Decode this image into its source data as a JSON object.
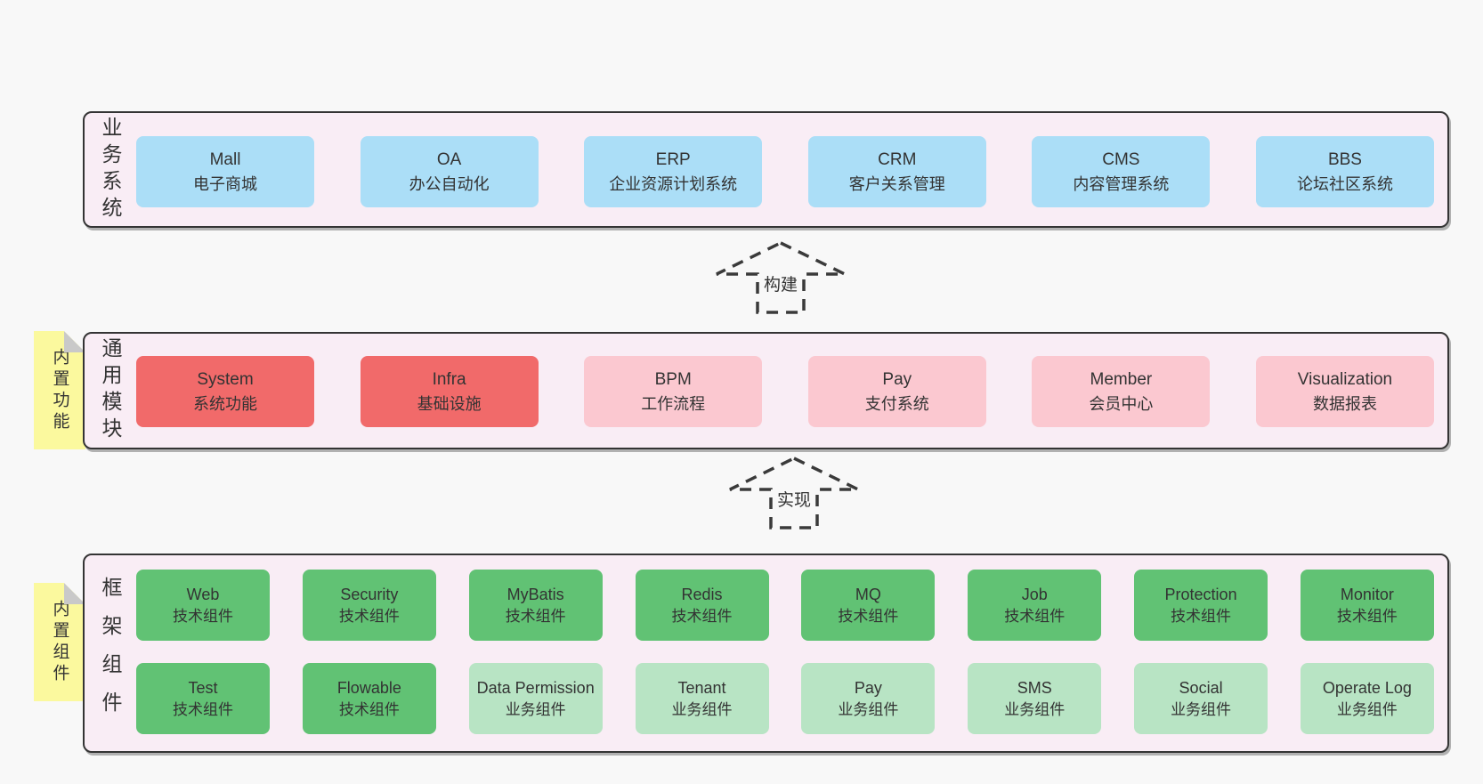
{
  "colors": {
    "page_bg": "#f8f8f8",
    "panel_bg": "#f9edf5",
    "panel_border": "#343434",
    "blue": "#abdef7",
    "red": "#f16a6a",
    "pink": "#fbc8d0",
    "green": "#61c274",
    "light_green": "#b8e4c4",
    "yellow": "#fbf99e",
    "fold": "#c9c9c9",
    "text": "#333333"
  },
  "tags": [
    {
      "label": "内置功能"
    },
    {
      "label": "内置组件"
    }
  ],
  "arrows": [
    {
      "label": "构建"
    },
    {
      "label": "实现"
    }
  ],
  "sections": [
    {
      "label": "业务系统",
      "rows": [
        [
          {
            "en": "Mall",
            "zh": "电子商城",
            "color": "blue"
          },
          {
            "en": "OA",
            "zh": "办公自动化",
            "color": "blue"
          },
          {
            "en": "ERP",
            "zh": "企业资源计划系统",
            "color": "blue"
          },
          {
            "en": "CRM",
            "zh": "客户关系管理",
            "color": "blue"
          },
          {
            "en": "CMS",
            "zh": "内容管理系统",
            "color": "blue"
          },
          {
            "en": "BBS",
            "zh": "论坛社区系统",
            "color": "blue"
          }
        ]
      ]
    },
    {
      "label": "通用模块",
      "rows": [
        [
          {
            "en": "System",
            "zh": "系统功能",
            "color": "red"
          },
          {
            "en": "Infra",
            "zh": "基础设施",
            "color": "red"
          },
          {
            "en": "BPM",
            "zh": "工作流程",
            "color": "pink"
          },
          {
            "en": "Pay",
            "zh": "支付系统",
            "color": "pink"
          },
          {
            "en": "Member",
            "zh": "会员中心",
            "color": "pink"
          },
          {
            "en": "Visualization",
            "zh": "数据报表",
            "color": "pink"
          }
        ]
      ]
    },
    {
      "label": "框架组件",
      "rows": [
        [
          {
            "en": "Web",
            "zh": "技术组件",
            "color": "green"
          },
          {
            "en": "Security",
            "zh": "技术组件",
            "color": "green"
          },
          {
            "en": "MyBatis",
            "zh": "技术组件",
            "color": "green"
          },
          {
            "en": "Redis",
            "zh": "技术组件",
            "color": "green"
          },
          {
            "en": "MQ",
            "zh": "技术组件",
            "color": "green"
          },
          {
            "en": "Job",
            "zh": "技术组件",
            "color": "green"
          },
          {
            "en": "Protection",
            "zh": "技术组件",
            "color": "green"
          },
          {
            "en": "Monitor",
            "zh": "技术组件",
            "color": "green"
          }
        ],
        [
          {
            "en": "Test",
            "zh": "技术组件",
            "color": "green"
          },
          {
            "en": "Flowable",
            "zh": "技术组件",
            "color": "green"
          },
          {
            "en": "Data Permission",
            "zh": "业务组件",
            "color": "light_green"
          },
          {
            "en": "Tenant",
            "zh": "业务组件",
            "color": "light_green"
          },
          {
            "en": "Pay",
            "zh": "业务组件",
            "color": "light_green"
          },
          {
            "en": "SMS",
            "zh": "业务组件",
            "color": "light_green"
          },
          {
            "en": "Social",
            "zh": "业务组件",
            "color": "light_green"
          },
          {
            "en": "Operate Log",
            "zh": "业务组件",
            "color": "light_green"
          }
        ]
      ]
    }
  ]
}
